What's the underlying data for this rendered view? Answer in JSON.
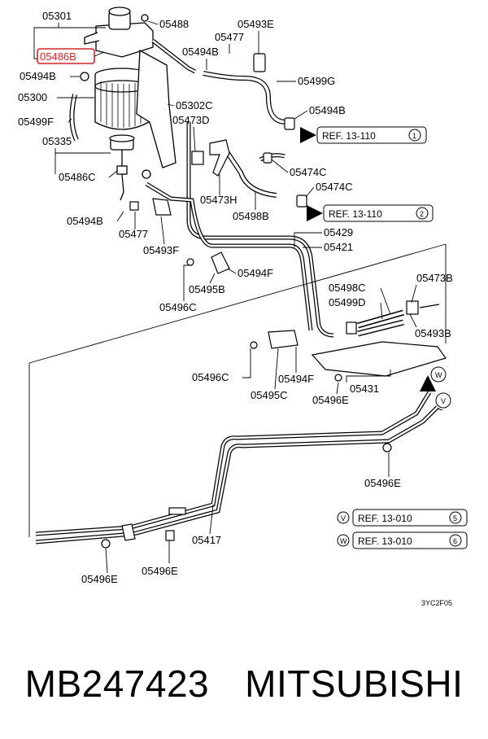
{
  "diagram": {
    "highlight_color": "#d6252a",
    "highlighted_part": "05486B",
    "part_labels": {
      "p05301": "05301",
      "p05486B": "05486B",
      "p05494B_a": "05494B",
      "p05300": "05300",
      "p05499F": "05499F",
      "p05335": "05335",
      "p05486C": "05486C",
      "p05494B_b": "05494B",
      "p05477_b": "05477",
      "p05493F": "05493F",
      "p05488": "05488",
      "p05493E": "05493E",
      "p05477_a": "05477",
      "p05494B_c": "05494B",
      "p05499G": "05499G",
      "p05302C": "05302C",
      "p05473D": "05473D",
      "p05494B_d": "05494B",
      "p05474C_a": "05474C",
      "p05474C_b": "05474C",
      "p05473H": "05473H",
      "p05498B": "05498B",
      "p05429": "05429",
      "p05421": "05421",
      "p05494F_a": "05494F",
      "p05495B": "05495B",
      "p05496C_a": "05496C",
      "p05498C": "05498C",
      "p05499D": "05499D",
      "p05473B": "05473B",
      "p05493B": "05493B",
      "p05496C_b": "05496C",
      "p05494F_b": "05494F",
      "p05495C": "05495C",
      "p05496E_a": "05496E",
      "p05431": "05431",
      "p05496E_b": "05496E",
      "p05417": "05417",
      "p05496E_c": "05496E",
      "p05496E_d": "05496E"
    },
    "refs": {
      "r1_text": "REF. 13-110",
      "r1_num": "1",
      "r2_text": "REF. 13-110",
      "r2_num": "2",
      "r5_letter": "V",
      "r5_text": "REF. 13-010",
      "r5_num": "5",
      "r6_letter": "W",
      "r6_text": "REF. 13-010",
      "r6_num": "6"
    },
    "connectors": {
      "w": "W",
      "v": "V"
    },
    "drawing_code": "3YC2F05"
  },
  "caption": {
    "part_number": "MB247423",
    "brand": "MITSUBISHI"
  }
}
